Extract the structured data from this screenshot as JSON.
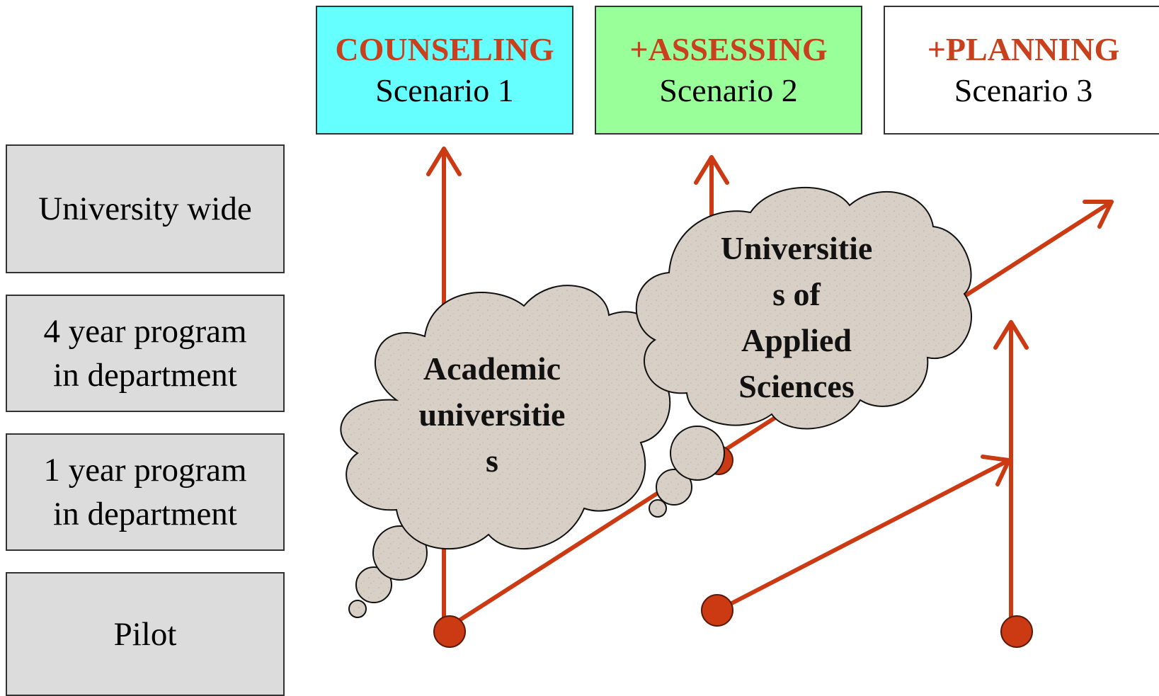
{
  "scenarios": [
    {
      "title": "COUNSELING",
      "subtitle": "Scenario 1",
      "color": "#66ffff"
    },
    {
      "title": "+ASSESSING",
      "subtitle": "Scenario 2",
      "color": "#99ff99"
    },
    {
      "title": "+PLANNING",
      "subtitle": "Scenario 3",
      "color": "#ffffff"
    }
  ],
  "levels": [
    {
      "line1": "University wide",
      "line2": ""
    },
    {
      "line1": "4 year program",
      "line2": "in department"
    },
    {
      "line1": "1 year program",
      "line2": "in department"
    },
    {
      "line1": "Pilot",
      "line2": ""
    }
  ],
  "clouds": {
    "academic": [
      "Academic",
      "universitie",
      "s"
    ],
    "applied": [
      "Universitie",
      "s of",
      "Applied",
      "Sciences"
    ]
  },
  "colors": {
    "title_text": "#c8401c",
    "arrow": "#cc3a14",
    "level_fill": "#dcdcdc",
    "cloud_fill": "#d8d0c6"
  }
}
